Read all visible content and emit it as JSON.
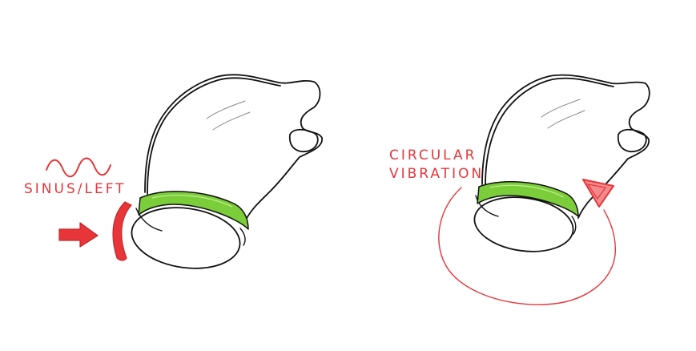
{
  "labels": {
    "left_line1": "SINUS/LEFT",
    "right_line1": "CIRCULAR",
    "right_line2": "VIBRATION"
  },
  "colors": {
    "ink": "#111111",
    "band": "#7ccd3a",
    "annotation": "#e8353a",
    "background": "#ffffff"
  },
  "icons": {
    "wave": "wave-icon",
    "arrow": "arrow-right-icon",
    "triangle": "triangle-down-icon"
  }
}
